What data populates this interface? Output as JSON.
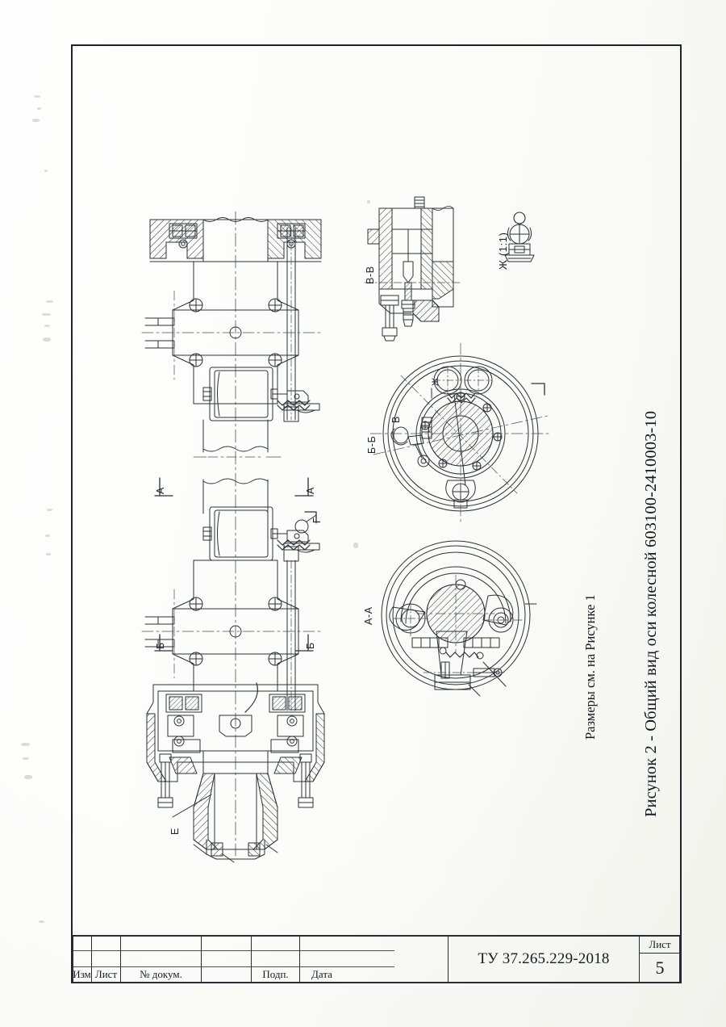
{
  "document": {
    "type": "engineering-drawing",
    "standard_doc_code": "ТУ 37.265.229-2018",
    "sheet_word": "Лист",
    "sheet_number": "5"
  },
  "figure": {
    "caption": "Рисунок 2 - Общий вид оси колесной 603100-2410003-10",
    "note": "Размеры см. на Рисунке 1"
  },
  "views": {
    "section_vv": "В-В",
    "section_bb": "Б-Б",
    "section_aa": "А-А",
    "detail_zh": "Ж (1:1)",
    "marker_a_left": "А",
    "marker_a_right": "А",
    "marker_b_left": "Б",
    "marker_b_right": "Б",
    "marker_v": "В",
    "marker_g": "Г",
    "marker_e": "Е",
    "marker_zh": "Ж"
  },
  "title_block": {
    "columns": [
      {
        "id": "izm",
        "label": "Изм"
      },
      {
        "id": "list",
        "label": "Лист"
      },
      {
        "id": "nomdok",
        "label": "№ докум."
      },
      {
        "id": "podp",
        "label": "Подп."
      },
      {
        "id": "data",
        "label": "Дата"
      }
    ],
    "doc_code": "ТУ 37.265.229-2018",
    "sheet_label": "Лист",
    "sheet_value": "5"
  },
  "colors": {
    "ink": "#20242a",
    "paper": "#fdfdfb",
    "line_light": "#3c4148"
  }
}
